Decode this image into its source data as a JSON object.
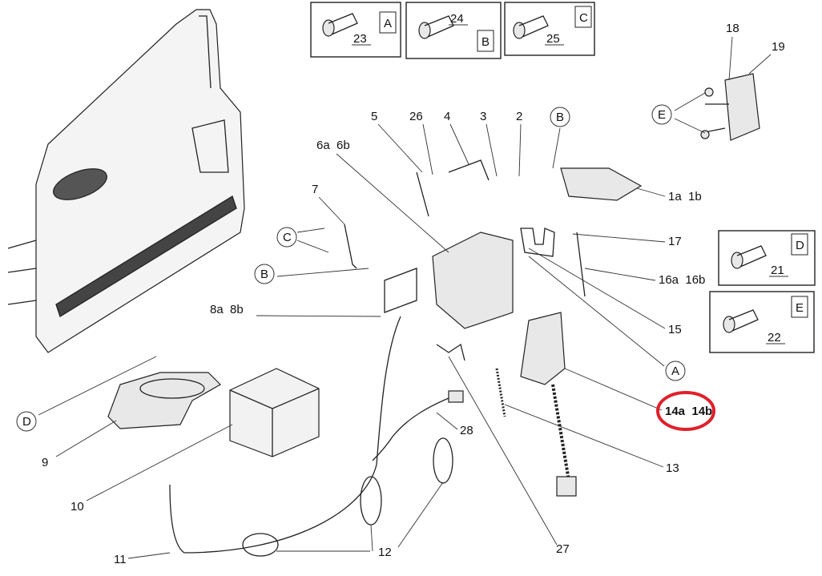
{
  "diagram": {
    "highlight_color": "#e0202a",
    "inset_boxes": [
      {
        "letter": "A",
        "part": "23"
      },
      {
        "letter": "B",
        "part": "24"
      },
      {
        "letter": "C",
        "part": "25"
      },
      {
        "letter": "D",
        "part": "21"
      },
      {
        "letter": "E",
        "part": "22"
      }
    ],
    "callout_circles": [
      "E",
      "B",
      "C",
      "B",
      "A",
      "D"
    ],
    "labels": [
      "18",
      "19",
      "5",
      "26",
      "4",
      "3",
      "2",
      "6a  6b",
      "7",
      "1a  1b",
      "17",
      "16a  16b",
      "15",
      "8a  8b",
      "14a  14b",
      "13",
      "28",
      "9",
      "10",
      "11",
      "12",
      "27"
    ],
    "highlighted_label": "14a  14b"
  }
}
